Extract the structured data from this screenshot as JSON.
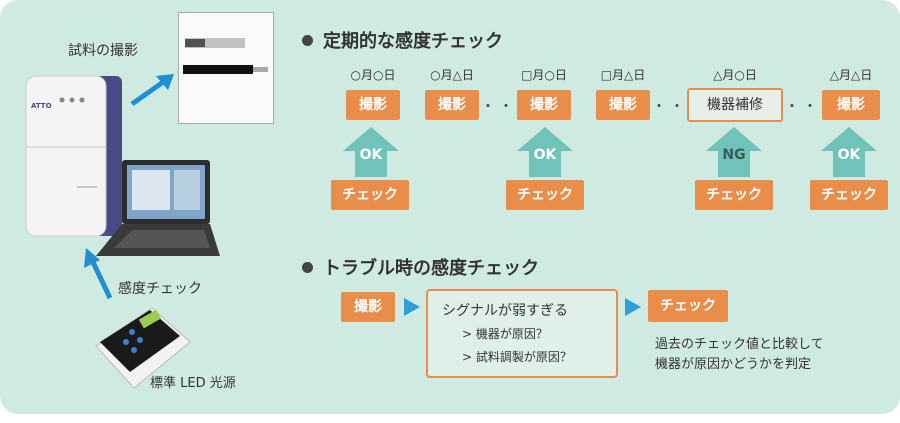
{
  "left": {
    "sample_label": "試料の撮影",
    "sensitivity_label": "感度チェック",
    "light_source_label": "標準 LED 光源",
    "device_logo": "ATTO"
  },
  "section1": {
    "title": "定期的な感度チェック",
    "columns": [
      {
        "date": "○月○日",
        "action": "撮影",
        "result": "OK",
        "check": "チェック"
      },
      {
        "date": "○月△日",
        "action": "撮影"
      },
      {
        "date": "□月○日",
        "action": "撮影",
        "result": "OK",
        "check": "チェック"
      },
      {
        "date": "□月△日",
        "action": "撮影"
      },
      {
        "date": "△月○日",
        "action": "機器補修",
        "result": "NG",
        "check": "チェック"
      },
      {
        "date": "△月△日",
        "action": "撮影",
        "result": "OK",
        "check": "チェック"
      }
    ],
    "ellipsis": "・・・"
  },
  "section2": {
    "title": "トラブル時の感度チェック",
    "step1": "撮影",
    "box_title": "シグナルが弱すぎる",
    "box_line1": "> 機器が原因？",
    "box_line2": "> 試料調製が原因？",
    "step3": "チェック",
    "note1": "過去のチェック値と比較して",
    "note2": "機器が原因かどうかを判定"
  },
  "colors": {
    "background": "#cfeae0",
    "orange": "#e88d4a",
    "teal": "#6fc3b8",
    "blue": "#1f8fd0"
  }
}
